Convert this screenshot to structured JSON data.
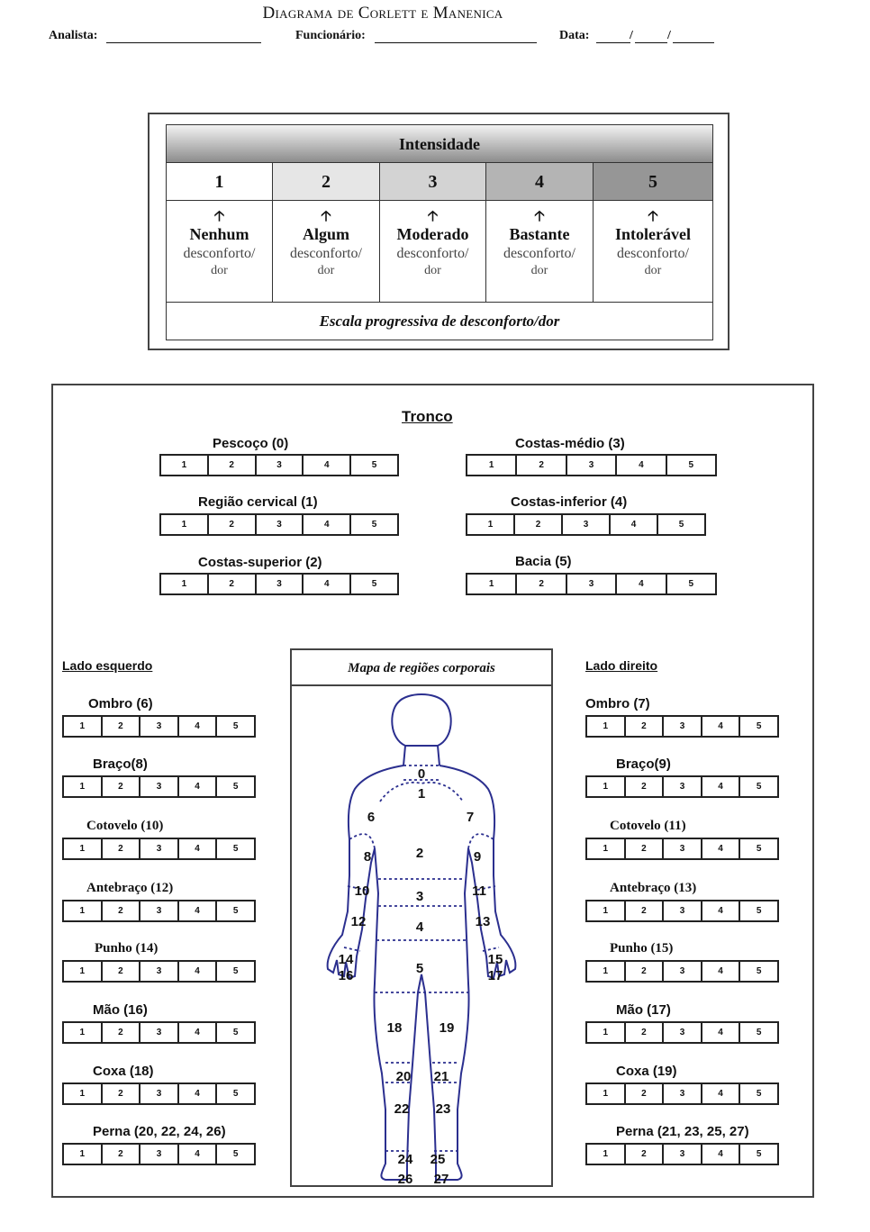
{
  "header": {
    "title": "Diagrama de Corlett e Manenica",
    "analyst_label": "Analista:",
    "employee_label": "Funcionário:",
    "date_label": "Data:",
    "date_sep1": "/",
    "date_sep2": "/"
  },
  "intensity": {
    "title": "Intensidade",
    "levels": [
      {
        "number": "1",
        "arrow": "🡡",
        "name": "Nenhum",
        "desc": "desconforto/",
        "dor": "dor",
        "color": "#ffffff"
      },
      {
        "number": "2",
        "arrow": "🡡",
        "name": "Algum",
        "desc": "desconforto/",
        "dor": "dor",
        "color": "#e6e6e6"
      },
      {
        "number": "3",
        "arrow": "🡡",
        "name": "Moderado",
        "desc": "desconforto/",
        "dor": "dor",
        "color": "#d3d3d3"
      },
      {
        "number": "4",
        "arrow": "🡡",
        "name": "Bastante",
        "desc": "desconforto/",
        "dor": "dor",
        "color": "#b4b4b4"
      },
      {
        "number": "5",
        "arrow": "🡡",
        "name": "Intolerável",
        "desc": "desconforto/",
        "dor": "dor",
        "color": "#969696"
      }
    ],
    "footer": "Escala progressiva de desconforto/dor"
  },
  "scale_values": [
    "1",
    "2",
    "3",
    "4",
    "5"
  ],
  "tronco": {
    "title": "Tronco",
    "items": [
      {
        "label": "Pescoço (0)"
      },
      {
        "label": "Região cervical (1)"
      },
      {
        "label": "Costas-superior (2)"
      },
      {
        "label": "Costas-médio (3)"
      },
      {
        "label": "Costas-inferior (4)"
      },
      {
        "label": "Bacia (5)"
      }
    ]
  },
  "left_side": {
    "title": "Lado esquerdo",
    "items": [
      {
        "label": "Ombro (6)"
      },
      {
        "label": "Braço(8)"
      },
      {
        "label": "Cotovelo (10)"
      },
      {
        "label": "Antebraço (12)"
      },
      {
        "label": "Punho (14)"
      },
      {
        "label": "Mão (16)"
      },
      {
        "label": "Coxa (18)"
      },
      {
        "label": "Perna (20, 22, 24, 26)"
      }
    ]
  },
  "right_side": {
    "title": "Lado direito",
    "items": [
      {
        "label": "Ombro (7)"
      },
      {
        "label": "Braço(9)"
      },
      {
        "label": "Cotovelo (11)"
      },
      {
        "label": "Antebraço (13)"
      },
      {
        "label": "Punho (15)"
      },
      {
        "label": "Mão (17)"
      },
      {
        "label": "Coxa (19)"
      },
      {
        "label": "Perna (21, 23, 25, 27)"
      }
    ]
  },
  "body_map": {
    "title": "Mapa de regiões corporais",
    "outline_color": "#2b2f8f",
    "region_numbers": [
      "0",
      "1",
      "2",
      "3",
      "4",
      "5",
      "6",
      "7",
      "8",
      "9",
      "10",
      "11",
      "12",
      "13",
      "14",
      "15",
      "16",
      "17",
      "18",
      "19",
      "20",
      "21",
      "22",
      "23",
      "24",
      "25",
      "26",
      "27"
    ]
  }
}
